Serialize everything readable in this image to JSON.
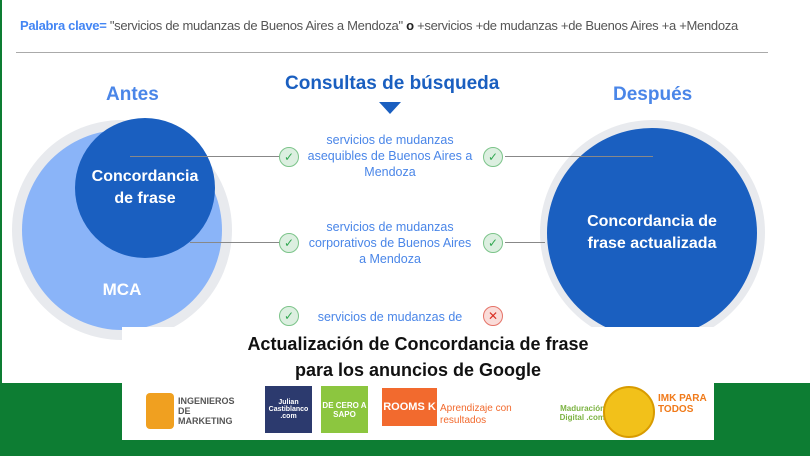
{
  "keyword": {
    "label": "Palabra clave=",
    "phrase": "\"servicios de mudanzas de Buenos Aires a Mendoza\"",
    "or": "o",
    "broad": "+servicios +de mudanzas +de Buenos Aires +a +Mendoza"
  },
  "headers": {
    "before": "Antes",
    "queries": "Consultas de búsqueda",
    "after": "Después"
  },
  "before": {
    "inner": "Concordancia de frase",
    "outer": "MCA"
  },
  "after": {
    "circle": "Concordancia de frase actualizada"
  },
  "queries": [
    "servicios de mudanzas asequibles de Buenos Aires a Mendoza",
    "servicios de mudanzas corporativos de Buenos Aires a Mendoza",
    "servicios de mudanzas de"
  ],
  "banner": {
    "title_line1": "Actualización de Concordancia de frase",
    "title_line2": "para los anuncios de Google"
  },
  "logos": {
    "imk": "INGENIEROS DE MARKETING",
    "julian": "Julian Castiblanco .com",
    "sapo": "DE CERO A SAPO",
    "rooms": "ROOMS K",
    "rooms_tag": "Aprendizaje con resultados",
    "maduracion": "Maduración Digital .com",
    "imk_todos": "IMK PARA TODOS"
  }
}
